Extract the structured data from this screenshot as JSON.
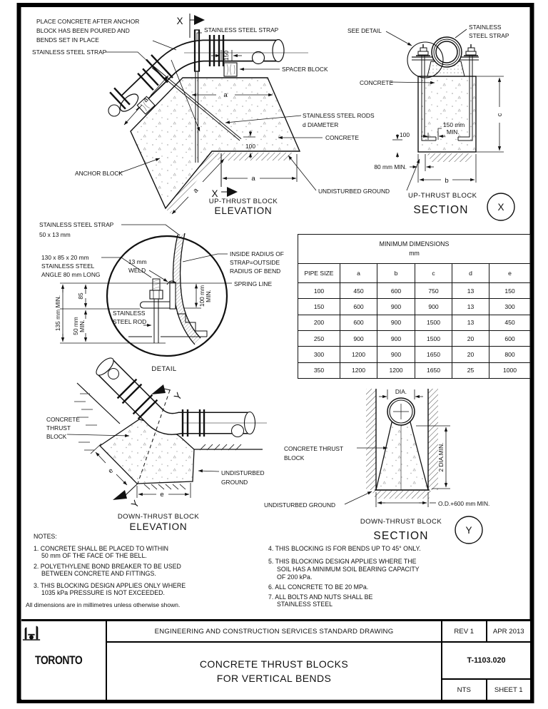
{
  "drawing": {
    "up_elevation": {
      "note_place_concrete": [
        "PLACE CONCRETE AFTER ANCHOR",
        "BLOCK HAS BEEN POURED AND",
        "BENDS SET IN PLACE"
      ],
      "label_strap_left": "STAINLESS STEEL STRAP",
      "label_strap_top": "STAINLESS STEEL STRAP",
      "label_spacer": "SPACER BLOCK",
      "label_rods_1": "STAINLESS STEEL RODS",
      "label_rods_2": "d  DIAMETER",
      "label_concrete": "CONCRETE",
      "label_anchor": "ANCHOR BLOCK",
      "label_undisturbed": "UNDISTURBED GROUND",
      "dim_150": "150",
      "dim_100": "100",
      "dim_a": "a",
      "cut_letter": "X",
      "caption_1": "UP-THRUST BLOCK",
      "caption_2": "ELEVATION"
    },
    "section_x": {
      "label_see_detail": "SEE DETAIL",
      "label_strap": [
        "STAINLESS",
        "STEEL STRAP"
      ],
      "label_concrete": "CONCRETE",
      "dim_150": [
        "150 mm",
        "MIN."
      ],
      "dim_100": "100",
      "dim_80": "80 mm MIN.",
      "dim_b": "b",
      "dim_c": "c",
      "caption_1": "UP-THRUST BLOCK",
      "caption_2": "SECTION",
      "bubble_letter": "X"
    },
    "detail": {
      "label_strap": [
        "STAINLESS STEEL STRAP",
        "50 x 13 mm"
      ],
      "label_angle": [
        "130 x 85 x 20 mm",
        "STAINLESS STEEL",
        "ANGLE 80 mm LONG"
      ],
      "label_weld": [
        "13 mm",
        "WELD"
      ],
      "label_radius": [
        "INSIDE RADIUS OF",
        "STRAP=OUTSIDE",
        "RADIUS OF BEND"
      ],
      "label_spring": "SPRING LINE",
      "label_rod": [
        "STAINLESS",
        "STEEL ROD"
      ],
      "dim_85": "85",
      "dim_135": "135 mm MIN.",
      "dim_50": [
        "50 mm",
        "MIN."
      ],
      "dim_100": [
        "100 mm",
        "MIN."
      ],
      "caption": "DETAIL"
    },
    "down_elevation": {
      "label_block": [
        "CONCRETE",
        "THRUST",
        "BLOCK"
      ],
      "label_undisturbed": [
        "UNDISTURBED",
        "GROUND"
      ],
      "dim_e": "e",
      "cut_letter": "Y",
      "caption_1": "DOWN-THRUST BLOCK",
      "caption_2": "ELEVATION"
    },
    "section_y": {
      "label_dia": "DIA.",
      "label_block": [
        "CONCRETE THRUST",
        "BLOCK"
      ],
      "label_undisturbed": "UNDISTURBED GROUND",
      "dim_2dia": "2 DIA.MIN.",
      "dim_od": "O.D.+600 mm MIN.",
      "caption_1": "DOWN-THRUST BLOCK",
      "caption_2": "SECTION",
      "bubble_letter": "Y"
    }
  },
  "table": {
    "title": "MINIMUM DIMENSIONS",
    "unit": "mm",
    "headers": [
      "PIPE SIZE",
      "a",
      "b",
      "c",
      "d",
      "e"
    ],
    "rows": [
      [
        "100",
        "450",
        "600",
        "750",
        "13",
        "150"
      ],
      [
        "150",
        "600",
        "900",
        "900",
        "13",
        "300"
      ],
      [
        "200",
        "600",
        "900",
        "1500",
        "13",
        "450"
      ],
      [
        "250",
        "900",
        "900",
        "1500",
        "20",
        "600"
      ],
      [
        "300",
        "1200",
        "900",
        "1650",
        "20",
        "800"
      ],
      [
        "350",
        "1200",
        "1200",
        "1650",
        "25",
        "1000"
      ]
    ]
  },
  "notes": {
    "heading": "NOTES:",
    "left": [
      "1. CONCRETE SHALL BE PLACED TO WITHIN",
      "50 mm OF THE FACE OF THE BELL.",
      "2. POLYETHYLENE BOND BREAKER TO BE USED",
      "BETWEEN CONCRETE AND FITTINGS.",
      "3. THIS BLOCKING DESIGN APPLIES ONLY WHERE",
      "1035 kPa PRESSURE IS NOT EXCEEDED."
    ],
    "right": [
      "4. THIS BLOCKING IS FOR BENDS UP TO 45° ONLY.",
      "5. THIS BLOCKING DESIGN APPLIES WHERE THE",
      "SOIL HAS A MINIMUM SOIL BEARING CAPACITY",
      "OF 200 kPa.",
      "6. ALL CONCRETE TO BE 20 MPa.",
      "7. ALL BOLTS AND NUTS SHALL BE",
      "STAINLESS STEEL"
    ],
    "footer": "All dimensions are in millimetres unless otherwise shown."
  },
  "title_block": {
    "org_line": "ENGINEERING AND CONSTRUCTION SERVICES STANDARD DRAWING",
    "title": [
      "CONCRETE THRUST BLOCKS",
      "FOR VERTICAL BENDS"
    ],
    "rev": "REV 1",
    "date": "APR 2013",
    "drawing_number": "T-1103.020",
    "scale": "NTS",
    "sheet": "SHEET 1",
    "logo_text": "TORONTO"
  },
  "colors": {
    "line": "#111111",
    "background": "#ffffff"
  }
}
